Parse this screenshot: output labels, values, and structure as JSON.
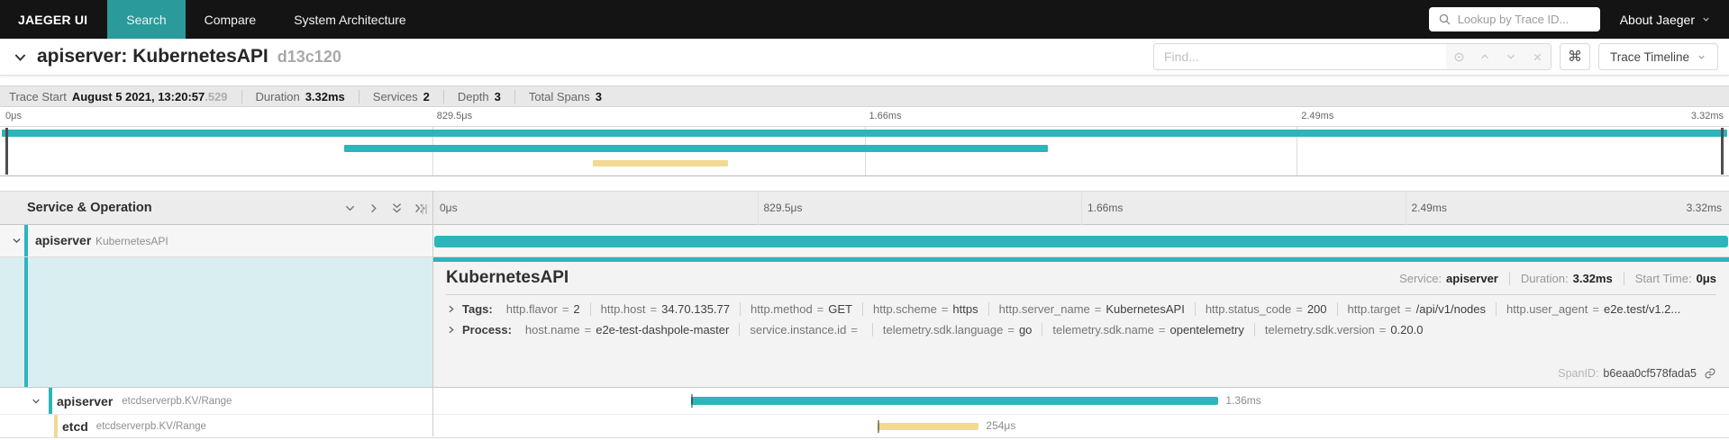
{
  "accent": {
    "teal_nav": "#2a9a9a",
    "span_teal": "#2cb5bb",
    "span_yellow": "#f2d994"
  },
  "nav": {
    "brand": "JAEGER UI",
    "items": [
      {
        "label": "Search",
        "active": true
      },
      {
        "label": "Compare",
        "active": false
      },
      {
        "label": "System Architecture",
        "active": false
      }
    ],
    "lookup_placeholder": "Lookup by Trace ID...",
    "about_label": "About Jaeger"
  },
  "trace_header": {
    "title": "apiserver: KubernetesAPI",
    "trace_id_short": "d13c120",
    "find_placeholder": "Find...",
    "shortcuts_glyph": "⌘",
    "view_selector_label": "Trace Timeline"
  },
  "trace_summary": {
    "items": [
      {
        "label": "Trace Start",
        "value": "August 5 2021, 13:20:57",
        "suffix": ".529"
      },
      {
        "label": "Duration",
        "value": "3.32ms"
      },
      {
        "label": "Services",
        "value": "2"
      },
      {
        "label": "Depth",
        "value": "3"
      },
      {
        "label": "Total Spans",
        "value": "3"
      }
    ]
  },
  "ruler_ticks": [
    "0μs",
    "829.5μs",
    "1.66ms",
    "2.49ms",
    "3.32ms"
  ],
  "span_table_header": "Service & Operation",
  "spans": [
    {
      "service": "apiserver",
      "operation": "KubernetesAPI",
      "color": "teal",
      "start_pct": 0.1,
      "width_pct": 99.8,
      "label": ""
    },
    {
      "service": "apiserver",
      "operation": "etcdserverpb.KV/Range",
      "color": "teal",
      "start_pct": 19.9,
      "width_pct": 40.7,
      "label": "1.36ms"
    },
    {
      "service": "etcd",
      "operation": "etcdserverpb.KV/Range",
      "color": "yellow",
      "start_pct": 34.3,
      "width_pct": 7.8,
      "label": "254μs"
    }
  ],
  "detail": {
    "title": "KubernetesAPI",
    "meta": [
      {
        "label": "Service:",
        "value": "apiserver"
      },
      {
        "label": "Duration:",
        "value": "3.32ms"
      },
      {
        "label": "Start Time:",
        "value": "0μs"
      }
    ],
    "tags_label": "Tags:",
    "kv_separator": "=",
    "tags": [
      {
        "key": "http.flavor",
        "value": "2"
      },
      {
        "key": "http.host",
        "value": "34.70.135.77"
      },
      {
        "key": "http.method",
        "value": "GET"
      },
      {
        "key": "http.scheme",
        "value": "https"
      },
      {
        "key": "http.server_name",
        "value": "KubernetesAPI"
      },
      {
        "key": "http.status_code",
        "value": "200"
      },
      {
        "key": "http.target",
        "value": "/api/v1/nodes"
      },
      {
        "key": "http.user_agent",
        "value": "e2e.test/v1.2..."
      }
    ],
    "process_label": "Process:",
    "process": [
      {
        "key": "host.name",
        "value": "e2e-test-dashpole-master"
      },
      {
        "key": "service.instance.id",
        "value": ""
      },
      {
        "key": "telemetry.sdk.language",
        "value": "go"
      },
      {
        "key": "telemetry.sdk.name",
        "value": "opentelemetry"
      },
      {
        "key": "telemetry.sdk.version",
        "value": "0.20.0"
      }
    ],
    "span_id_label": "SpanID:",
    "span_id": "b6eaa0cf578fada5"
  }
}
